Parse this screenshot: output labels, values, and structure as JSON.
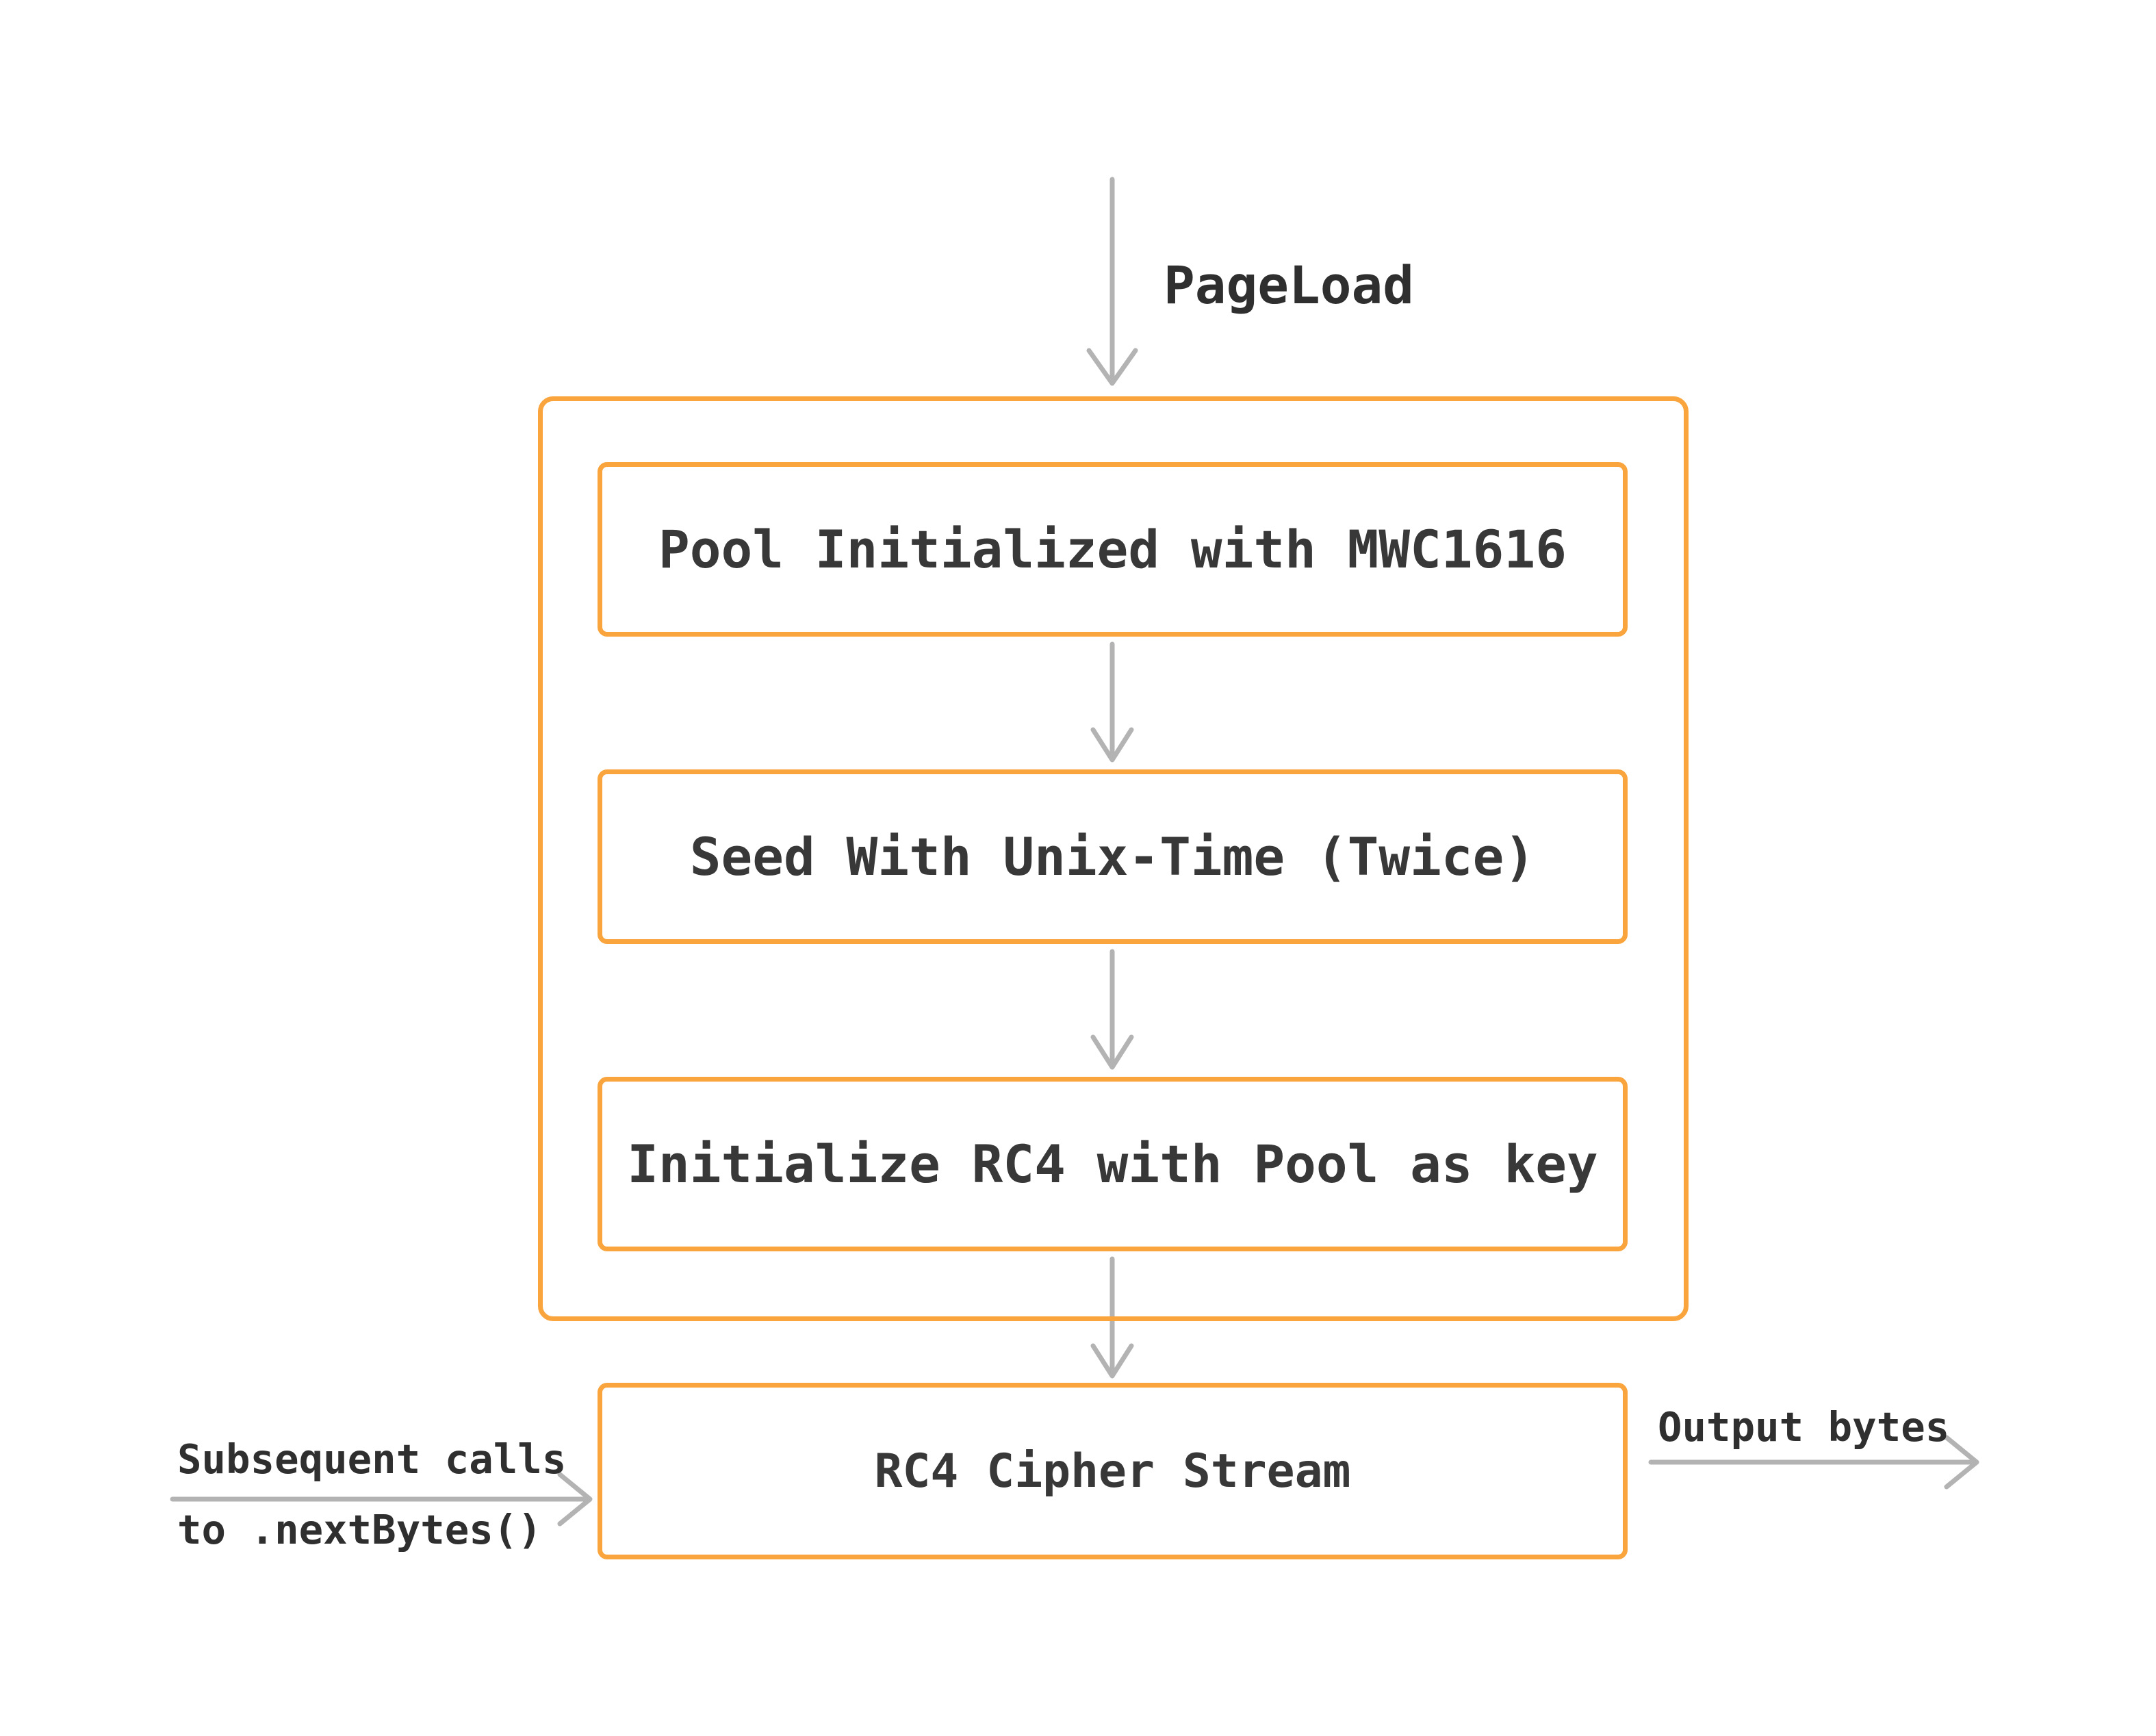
{
  "diagram": {
    "background_color": "#ffffff",
    "accent_color": "#f9a43c",
    "arrow_color": "#b3b3b3",
    "text_color": "#383838",
    "entry_label": "PageLoad",
    "pipeline_nodes": [
      {
        "label": "Pool Initialized with MWC1616"
      },
      {
        "label": "Seed With Unix-Time (Twice)"
      },
      {
        "label": "Initialize RC4 with Pool as key"
      }
    ],
    "stream_node": {
      "label": "RC4 Cipher Stream"
    },
    "input_annotation": {
      "line1": "Subsequent calls",
      "line2": "to .nextBytes()"
    },
    "output_annotation": {
      "label": "Output bytes"
    }
  }
}
